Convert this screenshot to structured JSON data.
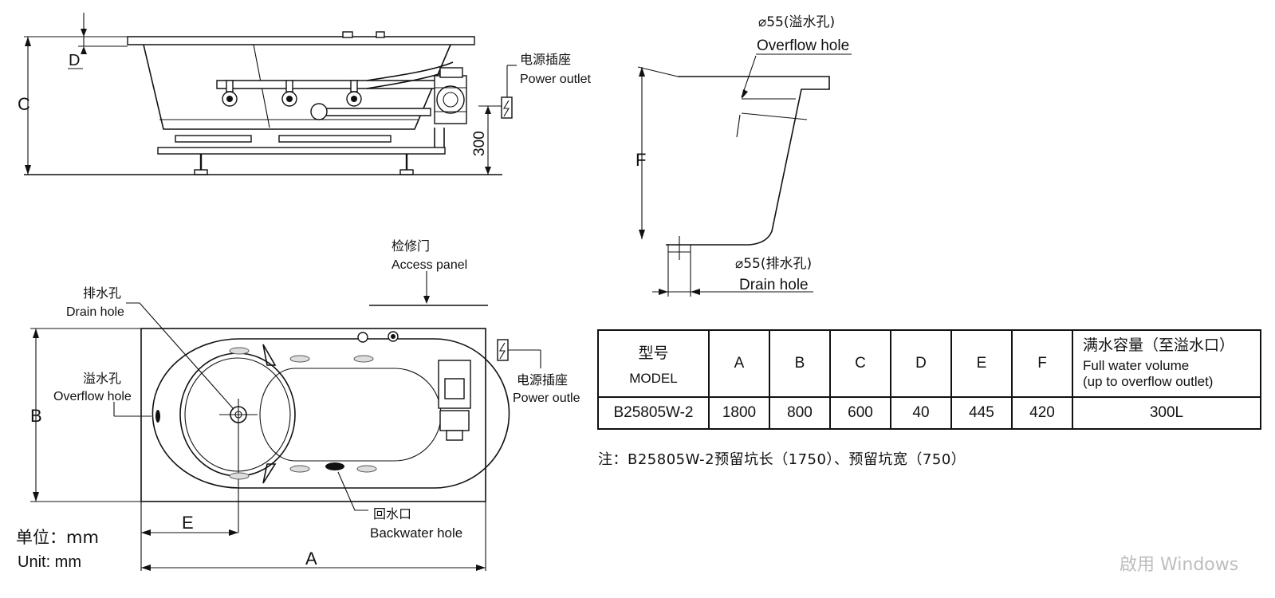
{
  "labels": {
    "dim_a": "A",
    "dim_b": "B",
    "dim_c": "C",
    "dim_d": "D",
    "dim_e": "E",
    "dim_f": "F",
    "dim_300": "300",
    "power_outlet_zh": "电源插座",
    "power_outlet_en": "Power outlet",
    "power_outlet_en_2": "Power outle",
    "overflow_size": "⌀55(溢水孔)",
    "overflow_en": "Overflow hole",
    "drain_size": "⌀55(排水孔)",
    "drain_en": "Drain hole",
    "access_zh": "检修门",
    "access_en": "Access panel",
    "drain_zh": "排水孔",
    "drain_en_2": "Drain hole",
    "overflow_zh": "溢水孔",
    "overflow_en_2": "Overflow hole",
    "backwater_zh": "回水口",
    "backwater_en": "Backwater hole",
    "unit_zh": "单位：mm",
    "unit_en": "Unit: mm"
  },
  "table": {
    "header": {
      "model_zh": "型号",
      "model_en": "MODEL",
      "a": "A",
      "b": "B",
      "c": "C",
      "d": "D",
      "e": "E",
      "f": "F",
      "volume_zh": "满水容量（至溢水口）",
      "volume_en_1": "Full water volume",
      "volume_en_2": "(up to overflow outlet)"
    },
    "row": {
      "model": "B25805W-2",
      "a": "1800",
      "b": "800",
      "c": "600",
      "d": "40",
      "e": "445",
      "f": "420",
      "volume": "300L"
    }
  },
  "note": "注：B25805W-2预留坑长（1750）、预留坑宽（750）",
  "watermark": "啟用 Windows"
}
